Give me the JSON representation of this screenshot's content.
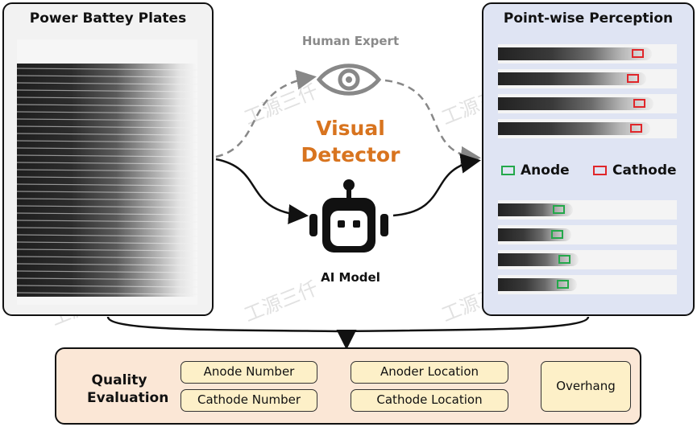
{
  "left_panel": {
    "title": "Power Battey Plates"
  },
  "right_panel": {
    "title": "Point-wise Perception",
    "cathode_strips": [
      0.78,
      0.75,
      0.79,
      0.77
    ],
    "anode_strips": [
      0.34,
      0.33,
      0.37,
      0.36
    ],
    "legend": {
      "anode": "Anode",
      "cathode": "Cathode"
    },
    "colors": {
      "anode": "#23a84a",
      "cathode": "#e0262a"
    }
  },
  "center": {
    "expert_label": "Human Expert",
    "expert_icon": "eye-icon",
    "detector_line1": "Visual",
    "detector_line2": "Detector",
    "ai_label": "AI Model",
    "ai_icon": "robot-icon",
    "detector_color": "#d8741f"
  },
  "quality": {
    "label_line1": "Quality",
    "label_line2": "Evaluation",
    "anode_number": "Anode Number",
    "cathode_number": "Cathode Number",
    "anoder_location": "Anoder Location",
    "cathode_location": "Cathode Location",
    "overhang": "Overhang"
  },
  "watermark": "工源三仟"
}
